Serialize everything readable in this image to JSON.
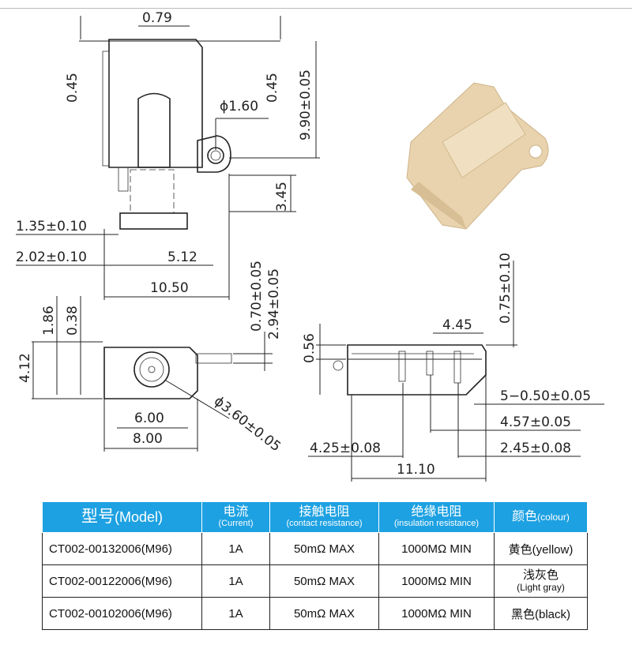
{
  "dimensions": {
    "top_view": {
      "d079": "0.79",
      "d045_left": "0.45",
      "d045_right": "0.45",
      "d990": "9.90±0.05",
      "d160": "ϕ1.60",
      "d345": "3.45",
      "d135": "1.35±0.10",
      "d202": "2.02±0.10",
      "d512": "5.12",
      "d1050": "10.50"
    },
    "front_view": {
      "d186": "1.86",
      "d038": "0.38",
      "d412": "4.12",
      "d070": "0.70±0.05",
      "d294": "2.94±0.05",
      "d600": "6.00",
      "d800": "8.00",
      "d360": "ϕ3.60±0.05"
    },
    "side_view": {
      "d056": "0.56",
      "d445": "4.45",
      "d075": "0.75±0.10",
      "d050": "5−0.50±0.05",
      "d457": "4.57±0.05",
      "d245": "2.45±0.08",
      "d425": "4.25±0.08",
      "d1110": "11.10"
    }
  },
  "colors": {
    "header_blue": "#1da1e2",
    "part_beige": "#e8d3ae"
  },
  "table": {
    "headers": {
      "model_cn": "型号",
      "model_en": "(Model)",
      "current_cn": "电流",
      "current_en": "(Current)",
      "contact_cn": "接触电阻",
      "contact_en": "(contact resistance)",
      "insulation_cn": "绝缘电阻",
      "insulation_en": "(insulation resistance)",
      "colour_cn": "颜色",
      "colour_en": "(colour)"
    },
    "rows": [
      {
        "model": "CT002-00132006(M96)",
        "current": "1A",
        "contact": "50mΩ MAX",
        "insulation": "1000MΩ MIN",
        "colour_cn": "黄色",
        "colour_en": "(yellow)"
      },
      {
        "model": "CT002-00122006(M96)",
        "current": "1A",
        "contact": "50mΩ MAX",
        "insulation": "1000MΩ MIN",
        "colour_cn": "浅灰色",
        "colour_en": "(Light gray)"
      },
      {
        "model": "CT002-00102006(M96)",
        "current": "1A",
        "contact": "50mΩ MAX",
        "insulation": "1000MΩ MIN",
        "colour_cn": "黑色",
        "colour_en": "(black)"
      }
    ]
  }
}
